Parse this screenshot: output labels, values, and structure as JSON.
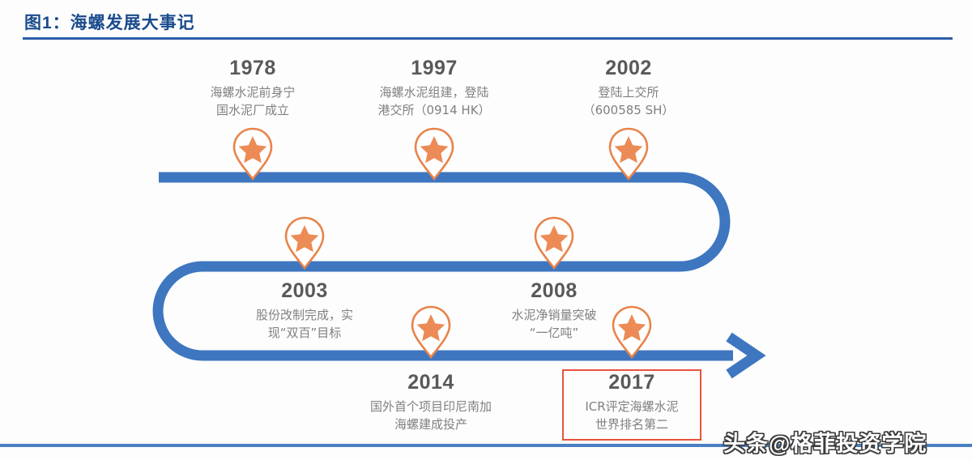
{
  "title": {
    "label": "图1：海螺发展大事记"
  },
  "colors": {
    "title_text": "#1a4b8c",
    "title_rule": "#2b5ea8",
    "path_blue": "#3e76c0",
    "pin_orange": "#e8834a",
    "pin_fill": "#ffffff",
    "star_orange": "#ec8b55",
    "highlight_red": "#e8533c",
    "year_gray": "#595959",
    "desc_gray": "#808080",
    "footer_rule": "#4a7fc1"
  },
  "timeline": {
    "direction_arrow": "arrow-right",
    "events": [
      {
        "id": "1978",
        "year": "1978",
        "desc_lines": [
          "海螺水泥前身宁",
          "国水泥厂成立"
        ],
        "pin": "star-map-pin",
        "highlighted": false
      },
      {
        "id": "1997",
        "year": "1997",
        "desc_lines": [
          "海螺水泥组建，登陆",
          "港交所（0914 HK）"
        ],
        "pin": "star-map-pin",
        "highlighted": false
      },
      {
        "id": "2002",
        "year": "2002",
        "desc_lines": [
          "登陆上交所",
          "（600585 SH）"
        ],
        "pin": "star-map-pin",
        "highlighted": false
      },
      {
        "id": "2003",
        "year": "2003",
        "desc_lines": [
          "股份改制完成，实",
          "现“双百”目标"
        ],
        "pin": "star-map-pin",
        "highlighted": false
      },
      {
        "id": "2008",
        "year": "2008",
        "desc_lines": [
          "水泥净销量突破",
          "“一亿吨”"
        ],
        "pin": "star-map-pin",
        "highlighted": false
      },
      {
        "id": "2014",
        "year": "2014",
        "desc_lines": [
          "国外首个项目印尼南加",
          "海螺建成投产"
        ],
        "pin": "star-map-pin",
        "highlighted": false
      },
      {
        "id": "2017",
        "year": "2017",
        "desc_lines": [
          "ICR评定海螺水泥",
          "世界排名第二"
        ],
        "pin": "star-map-pin",
        "highlighted": true
      }
    ]
  },
  "watermark": {
    "label": "头条@格菲投资学院"
  }
}
